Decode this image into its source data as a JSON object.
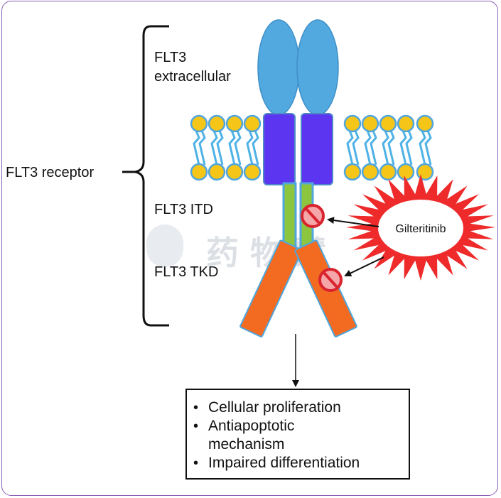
{
  "labels": {
    "extracellular_line1": "FLT3",
    "extracellular_line2": "extracellular",
    "receptor": "FLT3 receptor",
    "itd": "FLT3 ITD",
    "tkd": "FLT3 TKD",
    "drug": "Gilteritinib"
  },
  "outcomes": {
    "items": [
      {
        "lines": [
          "Cellular proliferation"
        ]
      },
      {
        "lines": [
          "Antiapoptotic",
          "mechanism"
        ]
      },
      {
        "lines": [
          "Impaired differentiation"
        ]
      }
    ]
  },
  "watermark": {
    "text": "药 物 慧"
  },
  "colors": {
    "frame": "#8a5db6",
    "extracellular": "#52a9e0",
    "transmembrane": "#5b35f0",
    "lipid_head": "#f5c518",
    "lipid_tail": "#4fb2e6",
    "itd_green": "#8cc63f",
    "tkd_orange": "#f26b21",
    "drug_burst": "#ee2a2a",
    "inhibit_red": "#d9242f"
  }
}
